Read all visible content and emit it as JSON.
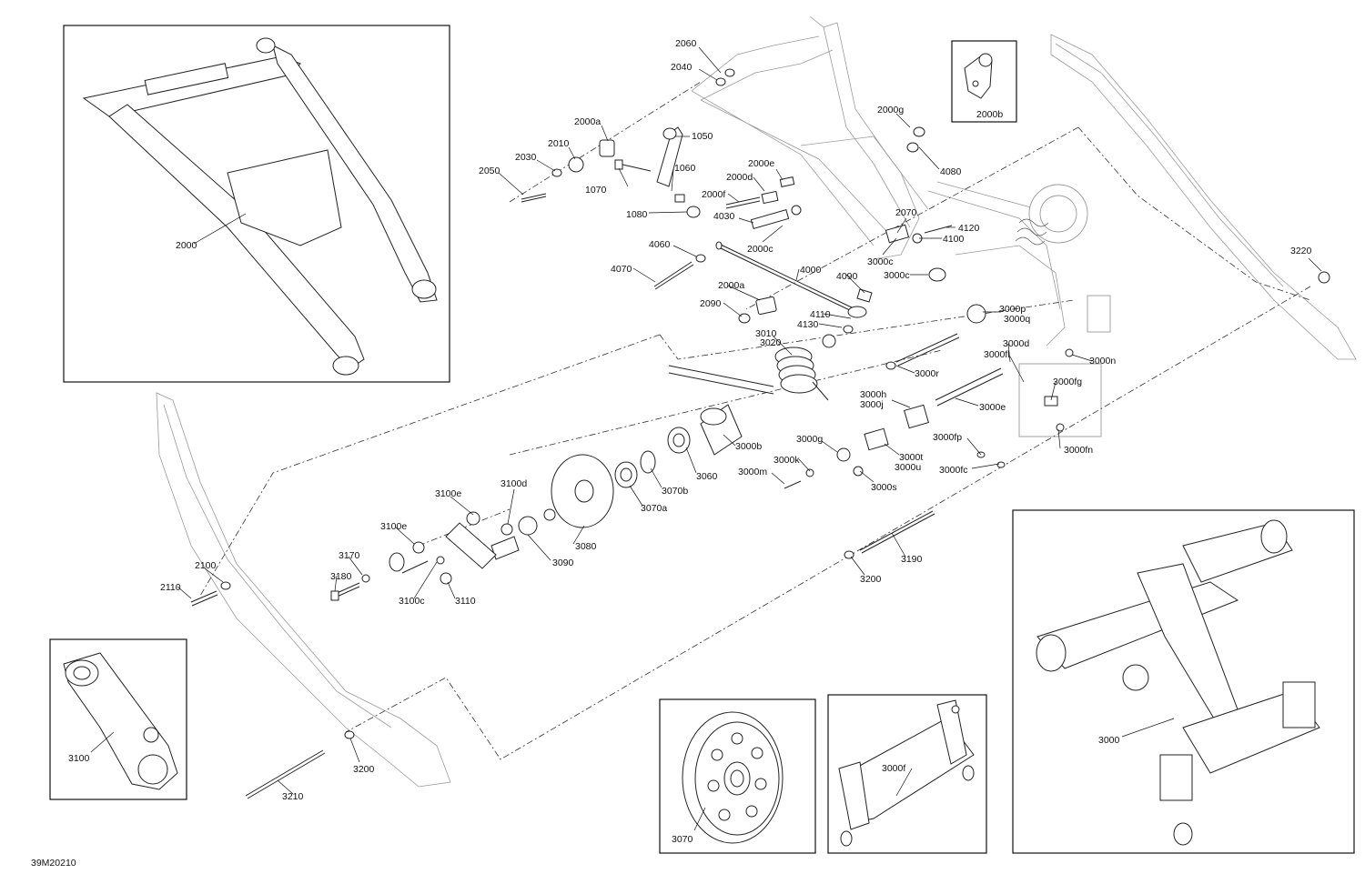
{
  "diagram": {
    "code": "39M20210",
    "labels": [
      {
        "id": "2000",
        "text": "2000"
      },
      {
        "id": "2060",
        "text": "2060"
      },
      {
        "id": "2040",
        "text": "2040"
      },
      {
        "id": "2000a-top",
        "text": "2000a"
      },
      {
        "id": "2010",
        "text": "2010"
      },
      {
        "id": "2030",
        "text": "2030"
      },
      {
        "id": "2050",
        "text": "2050"
      },
      {
        "id": "1050",
        "text": "1050"
      },
      {
        "id": "1060",
        "text": "1060"
      },
      {
        "id": "1070",
        "text": "1070"
      },
      {
        "id": "1080",
        "text": "1080"
      },
      {
        "id": "2000e",
        "text": "2000e"
      },
      {
        "id": "2000d",
        "text": "2000d"
      },
      {
        "id": "2000f",
        "text": "2000f"
      },
      {
        "id": "4030",
        "text": "4030"
      },
      {
        "id": "2000c",
        "text": "2000c"
      },
      {
        "id": "2000g",
        "text": "2000g"
      },
      {
        "id": "2000b",
        "text": "2000b"
      },
      {
        "id": "4080",
        "text": "4080"
      },
      {
        "id": "2070",
        "text": "2070"
      },
      {
        "id": "4120",
        "text": "4120"
      },
      {
        "id": "4100",
        "text": "4100"
      },
      {
        "id": "3000c-a",
        "text": "3000c"
      },
      {
        "id": "3000c-b",
        "text": "3000c"
      },
      {
        "id": "4060",
        "text": "4060"
      },
      {
        "id": "4070",
        "text": "4070"
      },
      {
        "id": "4000",
        "text": "4000"
      },
      {
        "id": "4090",
        "text": "4090"
      },
      {
        "id": "2000a-mid",
        "text": "2000a"
      },
      {
        "id": "2090",
        "text": "2090"
      },
      {
        "id": "4110",
        "text": "4110"
      },
      {
        "id": "4130",
        "text": "4130"
      },
      {
        "id": "3010",
        "text": "3010"
      },
      {
        "id": "3020",
        "text": "3020"
      },
      {
        "id": "3000p",
        "text": "3000p"
      },
      {
        "id": "3000q",
        "text": "3000q"
      },
      {
        "id": "3000d",
        "text": "3000d"
      },
      {
        "id": "3000fl",
        "text": "3000fl"
      },
      {
        "id": "3000n",
        "text": "3000n"
      },
      {
        "id": "3000r",
        "text": "3000r"
      },
      {
        "id": "3000fg",
        "text": "3000fg"
      },
      {
        "id": "3000h",
        "text": "3000h"
      },
      {
        "id": "3000j",
        "text": "3000j"
      },
      {
        "id": "3000e",
        "text": "3000e"
      },
      {
        "id": "3000b",
        "text": "3000b"
      },
      {
        "id": "3000g",
        "text": "3000g"
      },
      {
        "id": "3000fp",
        "text": "3000fp"
      },
      {
        "id": "3000fn",
        "text": "3000fn"
      },
      {
        "id": "3000t",
        "text": "3000t"
      },
      {
        "id": "3000u",
        "text": "3000u"
      },
      {
        "id": "3000k",
        "text": "3000k"
      },
      {
        "id": "3000fc",
        "text": "3000fc"
      },
      {
        "id": "3000m",
        "text": "3000m"
      },
      {
        "id": "3000s",
        "text": "3000s"
      },
      {
        "id": "3060",
        "text": "3060"
      },
      {
        "id": "3070b",
        "text": "3070b"
      },
      {
        "id": "3070a",
        "text": "3070a"
      },
      {
        "id": "3100e-a",
        "text": "3100e"
      },
      {
        "id": "3100d",
        "text": "3100d"
      },
      {
        "id": "3100e-b",
        "text": "3100e"
      },
      {
        "id": "3170",
        "text": "3170"
      },
      {
        "id": "3180",
        "text": "3180"
      },
      {
        "id": "3100c",
        "text": "3100c"
      },
      {
        "id": "3110",
        "text": "3110"
      },
      {
        "id": "3090",
        "text": "3090"
      },
      {
        "id": "3080",
        "text": "3080"
      },
      {
        "id": "3190",
        "text": "3190"
      },
      {
        "id": "3200-a",
        "text": "3200"
      },
      {
        "id": "3220",
        "text": "3220"
      },
      {
        "id": "2100",
        "text": "2100"
      },
      {
        "id": "2110",
        "text": "2110"
      },
      {
        "id": "3200-b",
        "text": "3200"
      },
      {
        "id": "3210",
        "text": "3210"
      },
      {
        "id": "3100",
        "text": "3100"
      },
      {
        "id": "3070",
        "text": "3070"
      },
      {
        "id": "3000f",
        "text": "3000f"
      },
      {
        "id": "3000",
        "text": "3000"
      }
    ]
  }
}
